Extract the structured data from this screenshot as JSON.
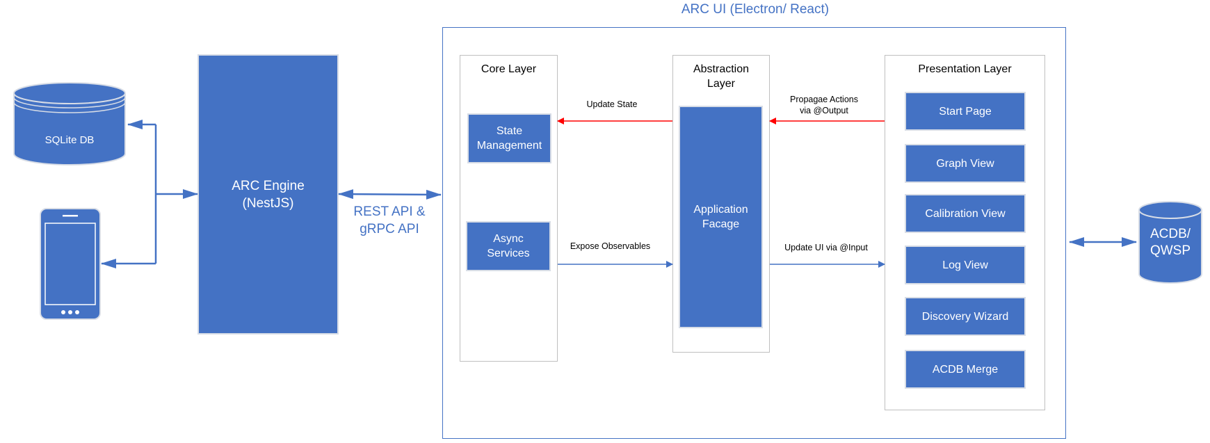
{
  "arc_ui": {
    "title": "ARC UI (Electron/ React)"
  },
  "external": {
    "sqlite": "SQLite DB",
    "engine_line1": "ARC Engine",
    "engine_line2": "(NestJS)",
    "api_line1": "REST API &",
    "api_line2": "gRPC API",
    "acdb_line1": "ACDB/",
    "acdb_line2": "QWSP"
  },
  "core_layer": {
    "title": "Core Layer",
    "state_line1": "State",
    "state_line2": "Management",
    "async_line1": "Async",
    "async_line2": "Services"
  },
  "abstraction_layer": {
    "title_line1": "Abstraction",
    "title_line2": "Layer",
    "facade_line1": "Application",
    "facade_line2": "Facage"
  },
  "presentation_layer": {
    "title": "Presentation Layer",
    "views": [
      "Start Page",
      "Graph View",
      "Calibration View",
      "Log View",
      "Discovery Wizard",
      "ACDB Merge"
    ]
  },
  "connections": {
    "update_state": "Update State",
    "propagate_line1": "Propagae Actions",
    "propagate_line2": "via @Output",
    "expose_observables": "Expose Observables",
    "update_ui": "Update UI via @Input"
  },
  "colors": {
    "box_fill": "#4472c4",
    "connector": "#4472c4",
    "action_arrow": "#ff0000",
    "panel_border": "#bfbfbf"
  }
}
